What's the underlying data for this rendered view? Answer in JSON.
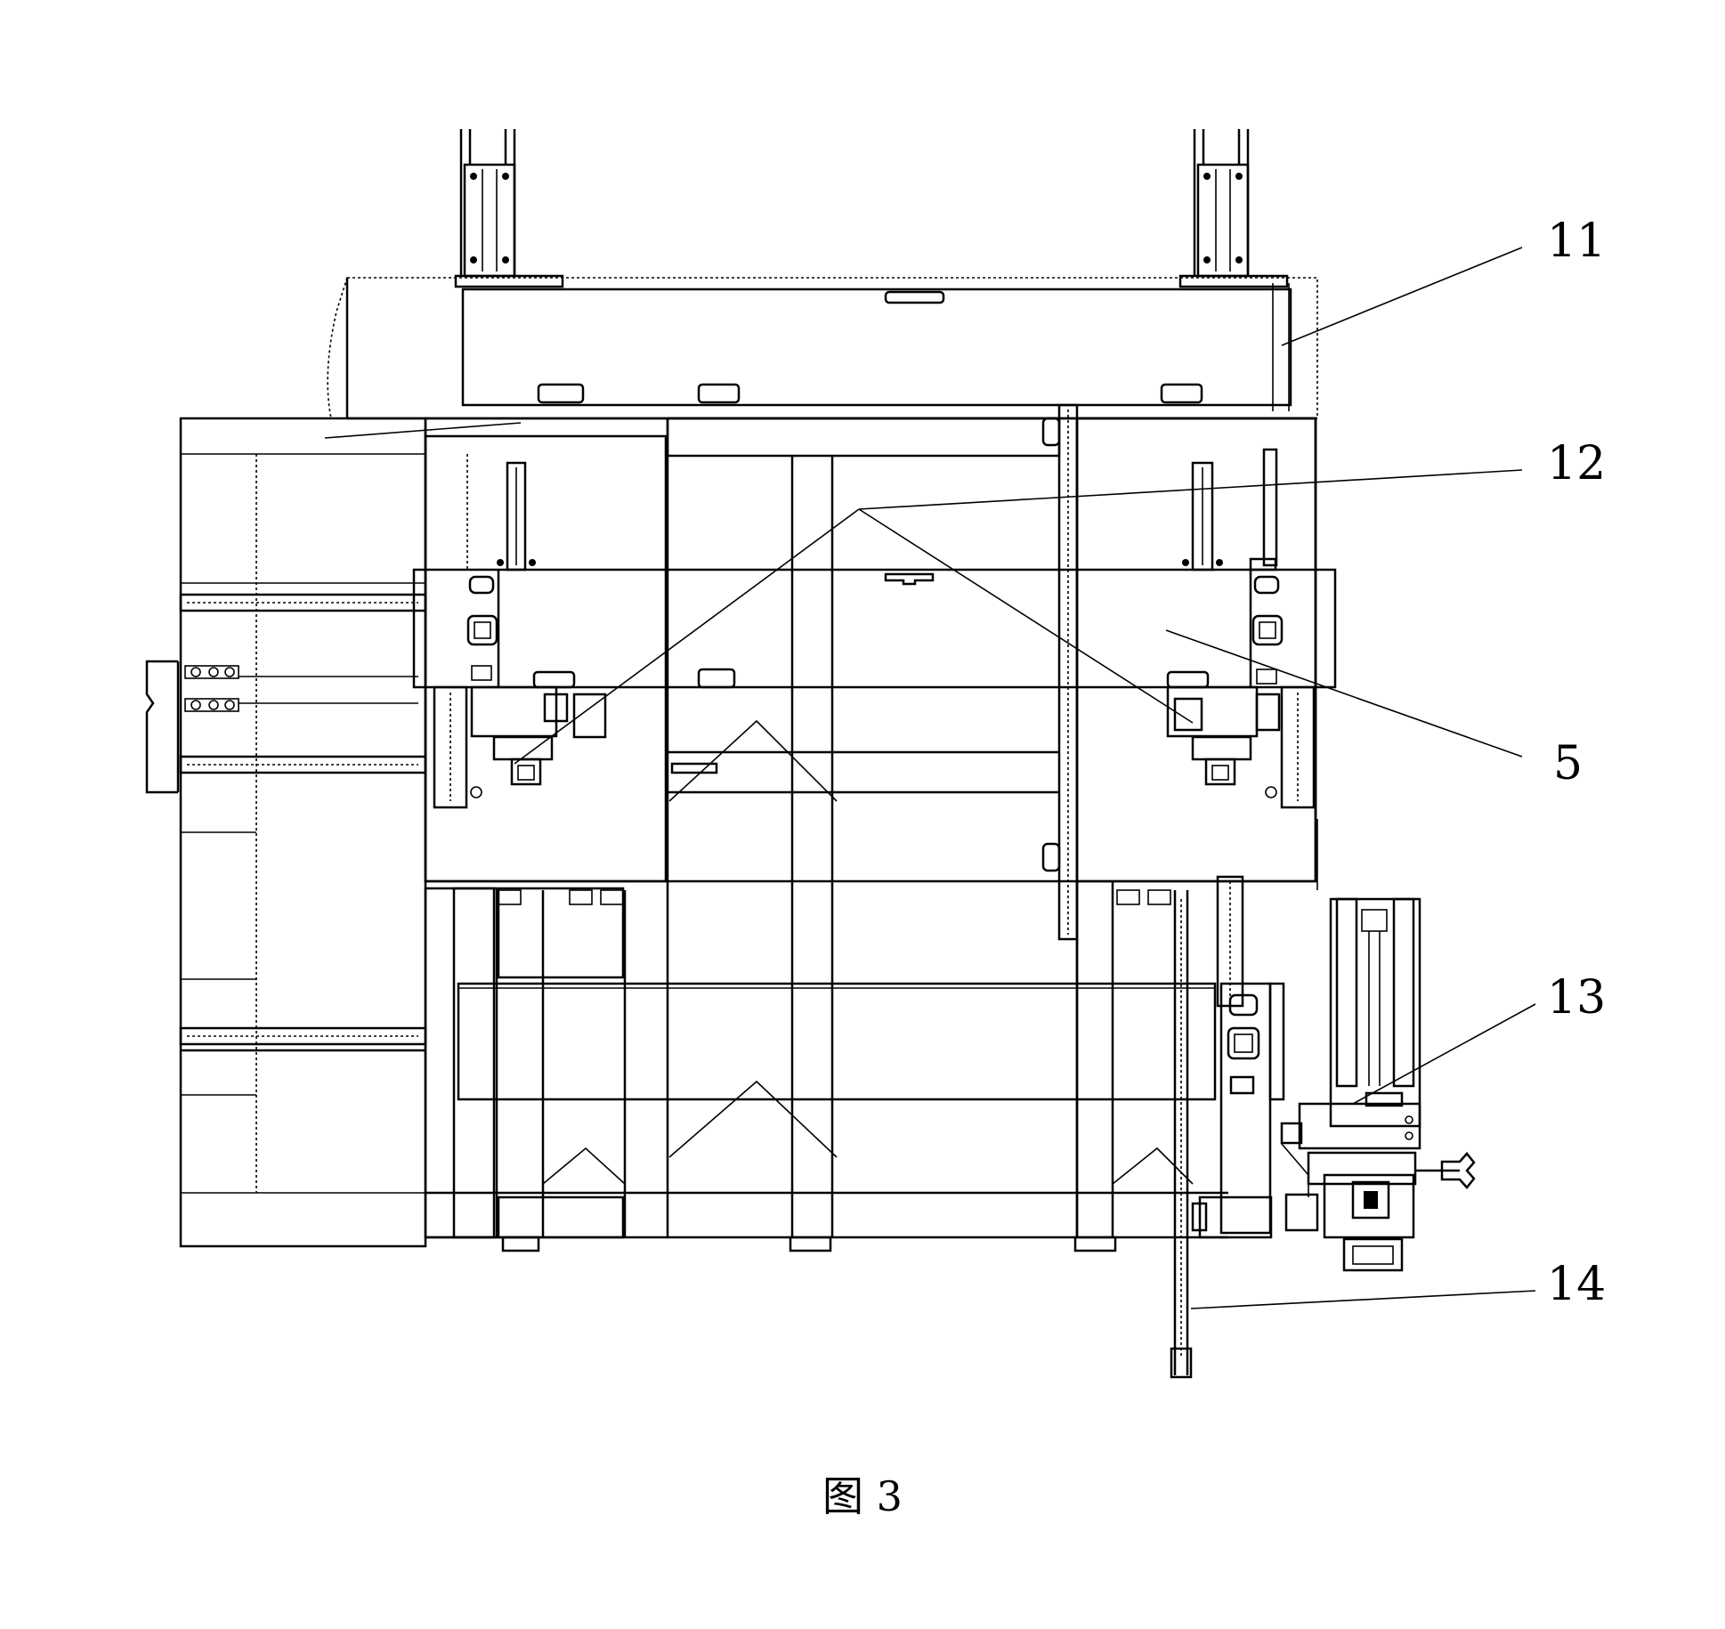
{
  "figure": {
    "caption": "图 3",
    "callouts": [
      {
        "id": "11",
        "label": "11"
      },
      {
        "id": "12",
        "label": "12"
      },
      {
        "id": "5",
        "label": "5"
      },
      {
        "id": "13",
        "label": "13"
      },
      {
        "id": "14",
        "label": "14"
      }
    ]
  }
}
